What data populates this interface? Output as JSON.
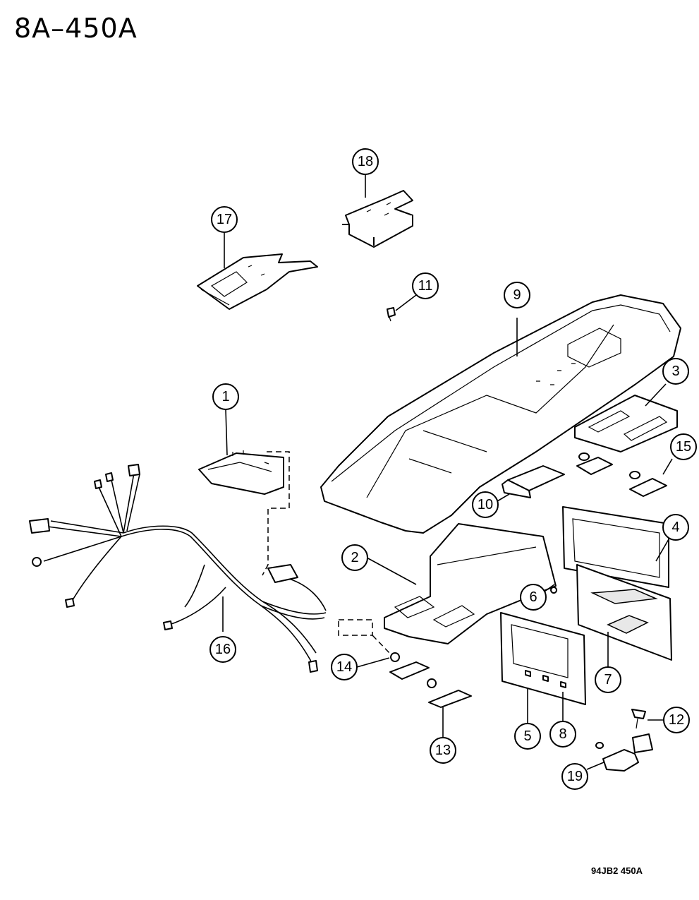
{
  "header": {
    "page_code": "8A–450A"
  },
  "footer": {
    "drawing_code": "94JB2  450A"
  },
  "callouts": [
    "1",
    "2",
    "3",
    "4",
    "5",
    "6",
    "7",
    "8",
    "9",
    "10",
    "11",
    "12",
    "13",
    "14",
    "15",
    "16",
    "17",
    "18",
    "19"
  ]
}
